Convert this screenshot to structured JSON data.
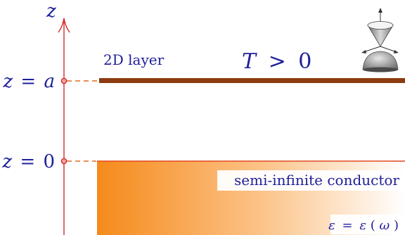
{
  "axis": {
    "label": "z",
    "color": "#d42a2a"
  },
  "ticks": [
    {
      "var": "z",
      "eq": "=",
      "val": "a"
    },
    {
      "var": "z",
      "eq": "=",
      "val": "0"
    }
  ],
  "layer": {
    "label": "2D layer",
    "color": "#8c3c0e"
  },
  "temperature": {
    "sym": "T",
    "rel": ">",
    "val": "0"
  },
  "conductor": {
    "label": "semi-infinite conductor",
    "gradient_start": "#f58a1a",
    "gradient_end": "#ffffff",
    "edge_color": "#e04a1e"
  },
  "dielectric": {
    "lhs": "ε",
    "eq": "=",
    "fn": "ε",
    "open": "(",
    "arg": "ω",
    "close": ")"
  },
  "text_color": "#1f1f9a",
  "dirac_cone_icon": "dirac-cone-icon"
}
